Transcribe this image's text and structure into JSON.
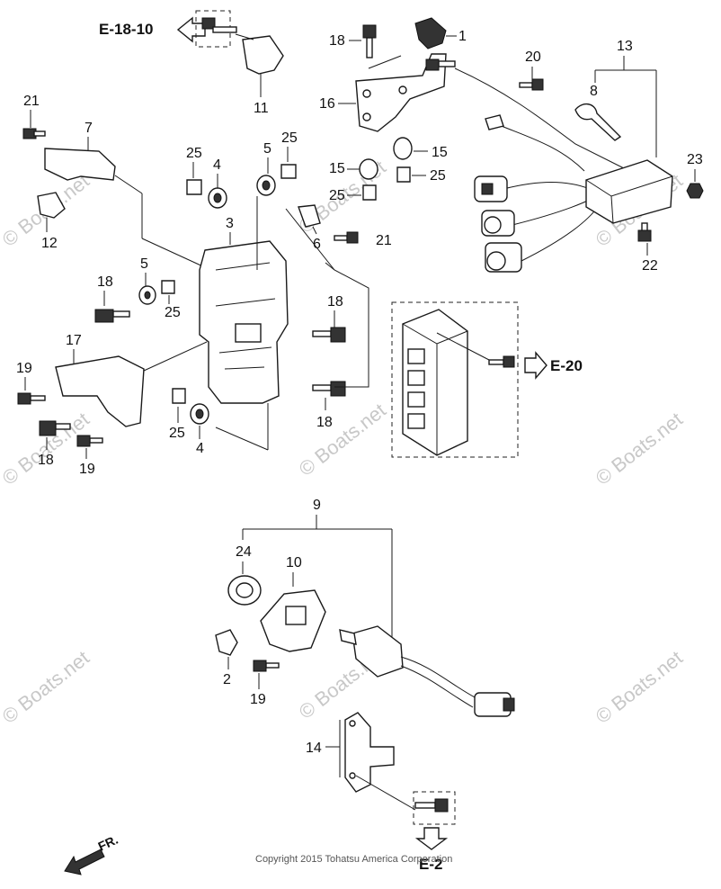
{
  "callouts": {
    "c1": "1",
    "c2": "2",
    "c3": "3",
    "c4a": "4",
    "c4b": "4",
    "c5a": "5",
    "c5b": "5",
    "c6": "6",
    "c7": "7",
    "c8": "8",
    "c9": "9",
    "c10": "10",
    "c11": "11",
    "c12": "12",
    "c13": "13",
    "c14": "14",
    "c15a": "15",
    "c15b": "15",
    "c16": "16",
    "c17": "17",
    "c18a": "18",
    "c18b": "18",
    "c18c": "18",
    "c18d": "18",
    "c18e": "18",
    "c19a": "19",
    "c19b": "19",
    "c19c": "19",
    "c20": "20",
    "c21a": "21",
    "c21b": "21",
    "c22": "22",
    "c23": "23",
    "c24": "24",
    "c25a": "25",
    "c25b": "25",
    "c25c": "25",
    "c25d": "25",
    "c25e": "25"
  },
  "references": {
    "e18_10": "E-18-10",
    "e20": "E-20",
    "e2": "E-2"
  },
  "direction_label": "FR.",
  "watermark": "© Boats.net",
  "copyright": "Copyright 2015 Tohatsu America Corporation"
}
